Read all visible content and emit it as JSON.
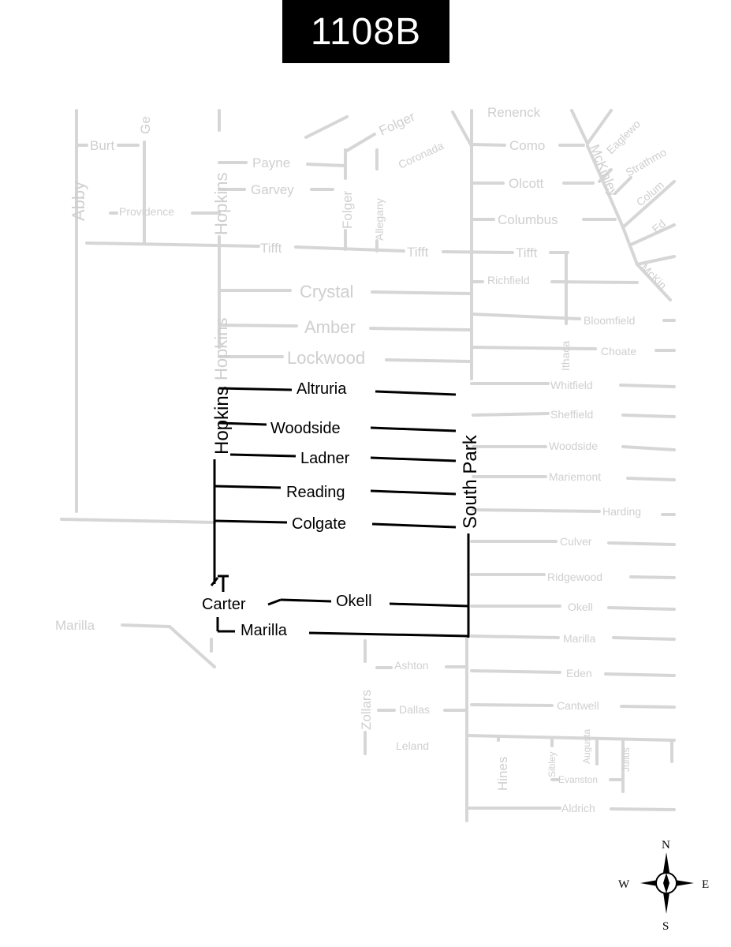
{
  "title": "1108B",
  "route_streets": {
    "hopkins": "Hopkins",
    "south_park": "South Park",
    "altruria": "Altruria",
    "woodside": "Woodside",
    "ladner": "Ladner",
    "reading": "Reading",
    "colgate": "Colgate",
    "carter": "Carter",
    "okell": "Okell",
    "marilla": "Marilla"
  },
  "background_streets": {
    "abby": "Abby",
    "burt": "Burt",
    "ge": "Ge",
    "providence": "Providence",
    "hopkins": "Hopkins",
    "hopkins_lower": "Hopkins",
    "payne": "Payne",
    "garvey": "Garvey",
    "folger": "Folger",
    "folger_top": "Folger",
    "allegany": "Allegany",
    "coronada": "Coronada",
    "tifft_1": "Tifft",
    "tifft_2": "Tifft",
    "tifft_3": "Tifft",
    "crystal": "Crystal",
    "amber": "Amber",
    "lockwood": "Lockwood",
    "renenck": "Renenck",
    "como": "Como",
    "olcott": "Olcott",
    "columbus": "Columbus",
    "mckinley": "McKinley",
    "mckinley_2": "McKin",
    "eaglewo": "Eaglewo",
    "strathmo": "Strathmo",
    "colum": "Colum",
    "ed": "Ed",
    "richfield": "Richfield",
    "ithaca": "Ithaca",
    "bloomfield": "Bloomfield",
    "choate": "Choate",
    "whitfield": "Whitfield",
    "sheffield": "Sheffield",
    "woodside": "Woodside",
    "mariemont": "Mariemont",
    "harding": "Harding",
    "culver": "Culver",
    "ridgewood": "Ridgewood",
    "okell": "Okell",
    "marilla_east": "Marilla",
    "marilla_west": "Marilla",
    "ashton": "Ashton",
    "eden": "Eden",
    "zollars": "Zollars",
    "dallas": "Dallas",
    "cantwell": "Cantwell",
    "leland": "Leland",
    "hines": "Hines",
    "sibley": "Sibley",
    "augusta": "Augusta",
    "evanston": "Evanston",
    "julius": "Julius",
    "aldrich": "Aldrich"
  },
  "compass": {
    "n": "N",
    "s": "S",
    "e": "E",
    "w": "W"
  },
  "colors": {
    "route": "#000000",
    "background_streets": "#d6d6d6",
    "title_bg": "#000000"
  }
}
